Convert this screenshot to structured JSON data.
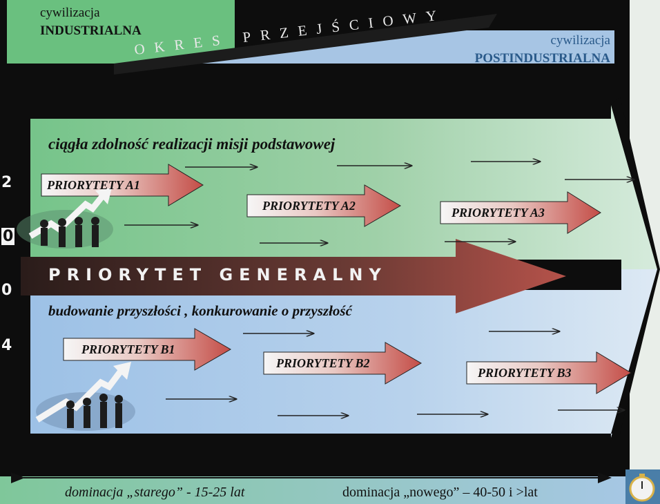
{
  "header": {
    "left_civ_small": "cywilizacja",
    "left_civ_big": "INDUSTRIALNA",
    "transition_label": "OKRES PRZEJŚCIOWY",
    "right_civ_small": "cywilizacja",
    "right_civ_big": "POSTINDUSTRIALNA"
  },
  "top_band": {
    "text": "ciągła zdolność realizacji misji podstawowej",
    "priorities": [
      "PRIORYTETY A1",
      "PRIORYTETY A2",
      "PRIORYTETY A3"
    ]
  },
  "center": {
    "label": "PRIORYTET GENERALNY"
  },
  "bottom_band": {
    "text": "budowanie przyszłości , konkurowanie o przyszłość",
    "priorities": [
      "PRIORYTETY B1",
      "PRIORYTETY B2",
      "PRIORYTETY B3"
    ]
  },
  "year_digits": [
    "2",
    "0",
    "0",
    "4"
  ],
  "footer": {
    "old": "dominacja „starego” - 15-25 lat",
    "new": "dominacja „nowego” – 40-50 i >lat"
  },
  "colors": {
    "green": "#7cc48a",
    "blue": "#a9c6e6",
    "black": "#0d0d0d",
    "arrow_red": "#c85a52"
  },
  "icons": [
    "growth-arrow-people-icon",
    "stopwatch-icon"
  ]
}
